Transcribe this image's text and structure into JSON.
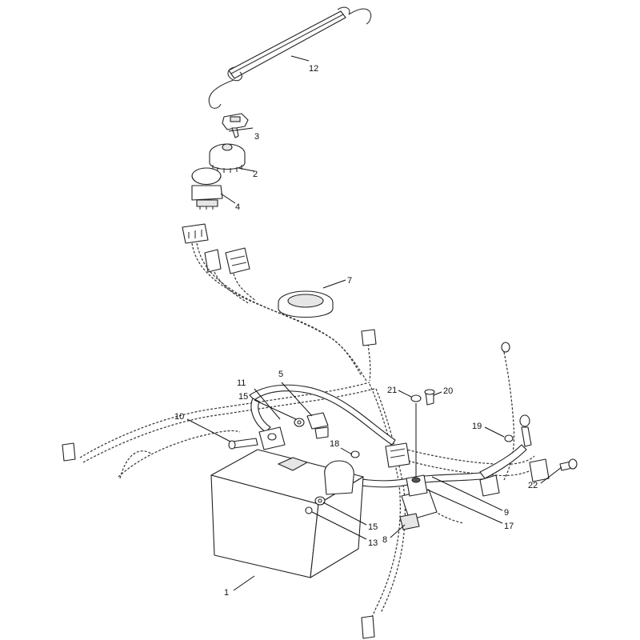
{
  "callouts": {
    "c1": "1",
    "c2": "2",
    "c3": "3",
    "c4": "4",
    "c5": "5",
    "c7": "7",
    "c8": "8",
    "c9": "9",
    "c10": "10",
    "c11": "11",
    "c12": "12",
    "c13": "13",
    "c15a": "15",
    "c15b": "15",
    "c17": "17",
    "c18": "18",
    "c19": "19",
    "c20": "20",
    "c21": "21",
    "c22": "22"
  },
  "colors": {
    "line": "#222222",
    "background": "#ffffff"
  }
}
